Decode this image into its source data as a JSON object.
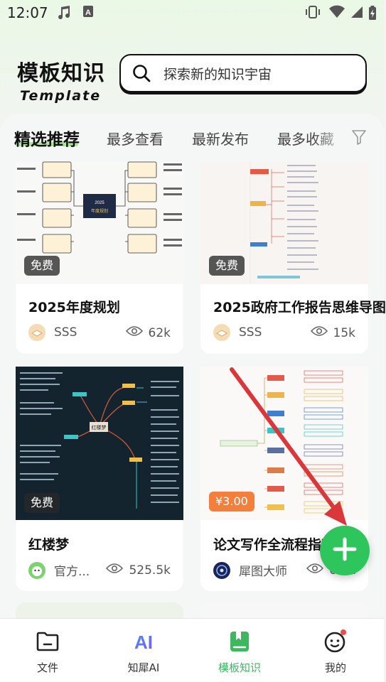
{
  "status_bar": {
    "time": "12:07"
  },
  "header": {
    "title": "模板知识",
    "subtitle": "Template",
    "search_placeholder": "探索新的知识宇宙"
  },
  "tabs": [
    {
      "label": "精选推荐",
      "active": true
    },
    {
      "label": "最多查看",
      "active": false
    },
    {
      "label": "最新发布",
      "active": false
    },
    {
      "label": "最多收藏",
      "active": false
    }
  ],
  "cards": [
    {
      "title": "2025年度规划",
      "badge": "免费",
      "author": "SSS",
      "views": "62k",
      "thumb_center": "2025 年度规划"
    },
    {
      "title": "2025政府工作报告思维导图",
      "badge": "免费",
      "author": "SSS",
      "views": "15k"
    },
    {
      "title": "红楼梦",
      "badge": "免费",
      "author": "官方...",
      "views": "525.5k",
      "thumb_center": "红楼梦"
    },
    {
      "title": "论文写作全流程指南",
      "badge": "¥3.00",
      "author": "犀图大师",
      "views": "6.3k"
    }
  ],
  "bottom_nav": [
    {
      "label": "文件",
      "icon": "folder-icon",
      "active": false
    },
    {
      "label": "知犀AI",
      "icon": "ai-icon",
      "active": false
    },
    {
      "label": "模板知识",
      "icon": "bookmark-book-icon",
      "active": true
    },
    {
      "label": "我的",
      "icon": "smiley-face-icon",
      "active": false
    }
  ],
  "colors": {
    "accent": "#2fc55d",
    "tab_underline": "#a9e79a",
    "price_badge": "#f47f3a",
    "arrow": "#d9373a"
  }
}
